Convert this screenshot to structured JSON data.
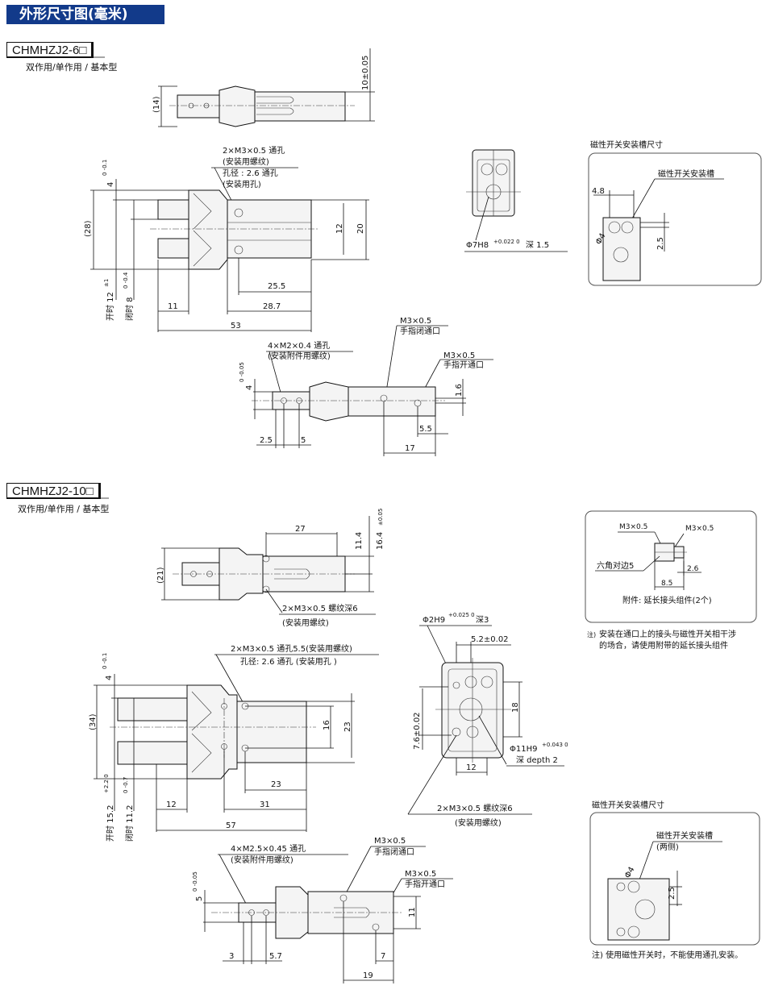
{
  "header": {
    "title": "外形尺寸图(毫米)"
  },
  "model6": {
    "name": "CHMHZJ2-6□",
    "subtitle": "双作用/单作用 / 基本型",
    "top_view": {
      "height": "(14)",
      "width_tol": "10±0.05"
    },
    "side_view": {
      "hole_note1": "2×M3×0.5 通孔",
      "hole_note2": "(安装用螺纹)",
      "hole_note3": "孔径 : 2.6 通孔",
      "hole_note4": "(安装用孔)",
      "dim_4": "4",
      "tol_4": "0 -0.1",
      "dim_28": "(28)",
      "dim_12": "12",
      "dim_20": "20",
      "dim_25_5": "25.5",
      "dim_28_7": "28.7",
      "dim_11": "11",
      "dim_53": "53",
      "open_label": "开时 12",
      "open_tol": "±1",
      "close_label": "闭时 8",
      "close_tol": "0 -0.4"
    },
    "end_view": {
      "note": "Φ7H8",
      "tol": "+0.022 0",
      "depth": "深 1.5"
    },
    "switch_slot": {
      "title": "磁性开关安装槽尺寸",
      "label": "磁性开关安装槽",
      "d48": "4.8",
      "phi4": "Φ4",
      "d25": "2.5"
    },
    "bottom_view": {
      "hole_note1": "4×M2×0.4 通孔",
      "hole_note2": "(安装附件用螺纹)",
      "port1a": "M3×0.5",
      "port1b": "手指闭通口",
      "port2a": "M3×0.5",
      "port2b": "手指开通口",
      "dim_4": "4",
      "tol_4": "0 -0.05",
      "dim_1_6": "1.6",
      "dim_5_5": "5.5",
      "dim_17": "17",
      "dim_2_5": "2.5",
      "dim_5": "5"
    }
  },
  "model10": {
    "name": "CHMHZJ2-10□",
    "subtitle": "双作用/单作用 / 基本型",
    "top_view": {
      "dim_27": "27",
      "dim_11_4": "11.4",
      "dim_16_4": "16.4",
      "tol_16_4": "±0.05",
      "height": "(21)",
      "hole_note1": "2×M3×0.5 螺纹深6",
      "hole_note2": "(安装用螺纹)"
    },
    "side_view": {
      "hole_note1": "2×M3×0.5 通孔5.5(安装用螺纹)",
      "hole_note2": "孔径: 2.6 通孔 (安装用孔 )",
      "dim_4": "4",
      "tol_4": "0 -0.1",
      "dim_34": "(34)",
      "dim_16": "16",
      "dim_23": "23",
      "dim_23b": "23",
      "dim_31": "31",
      "dim_12": "12",
      "dim_57": "57",
      "open_label": "开时 15.2",
      "open_tol": "+2.2 0",
      "close_label": "闭时 11.2",
      "close_tol": "0 -0.7"
    },
    "end_view": {
      "note1": "Φ2H9",
      "tol1": "+0.025 0",
      "depth1": "深3",
      "dim_5_2": "5.2±0.02",
      "dim_7_6": "7.6±0.02",
      "dim_18": "18",
      "dim_12": "12",
      "note2": "Φ11H9",
      "tol2": "+0.043 0",
      "depth2": "深 depth 2",
      "hole_note1": "2×M3×0.5  螺纹深6",
      "hole_note2": "(安装用螺纹)"
    },
    "accessory": {
      "m3a": "M3×0.5",
      "m3b": "M3×0.5",
      "hex": "六角对边5",
      "d2_6": "2.6",
      "d8_5": "8.5",
      "caption": "附件: 延长接头组件(2个)",
      "note_prefix": "注)",
      "note_line1": "安装在通口上的接头与磁性开关相干涉",
      "note_line2": "的场合，请使用附带的延长接头组件"
    },
    "switch_slot": {
      "title": "磁性开关安装槽尺寸",
      "label1": "磁性开关安装槽",
      "label2": "(两侧)",
      "phi4": "Φ4",
      "d25": "2.5",
      "note": "注) 使用磁性开关时，不能使用通孔安装。"
    },
    "bottom_view": {
      "hole_note1": "4×M2.5×0.45 通孔",
      "hole_note2": "(安装附件用螺纹)",
      "port1a": "M3×0.5",
      "port1b": "手指闭通口",
      "port2a": "M3×0.5",
      "port2b": "手指开通口",
      "dim_5": "5",
      "tol_5": "0 -0.05",
      "dim_11": "11",
      "dim_3": "3",
      "dim_5_7": "5.7",
      "dim_7": "7",
      "dim_19": "19"
    }
  }
}
